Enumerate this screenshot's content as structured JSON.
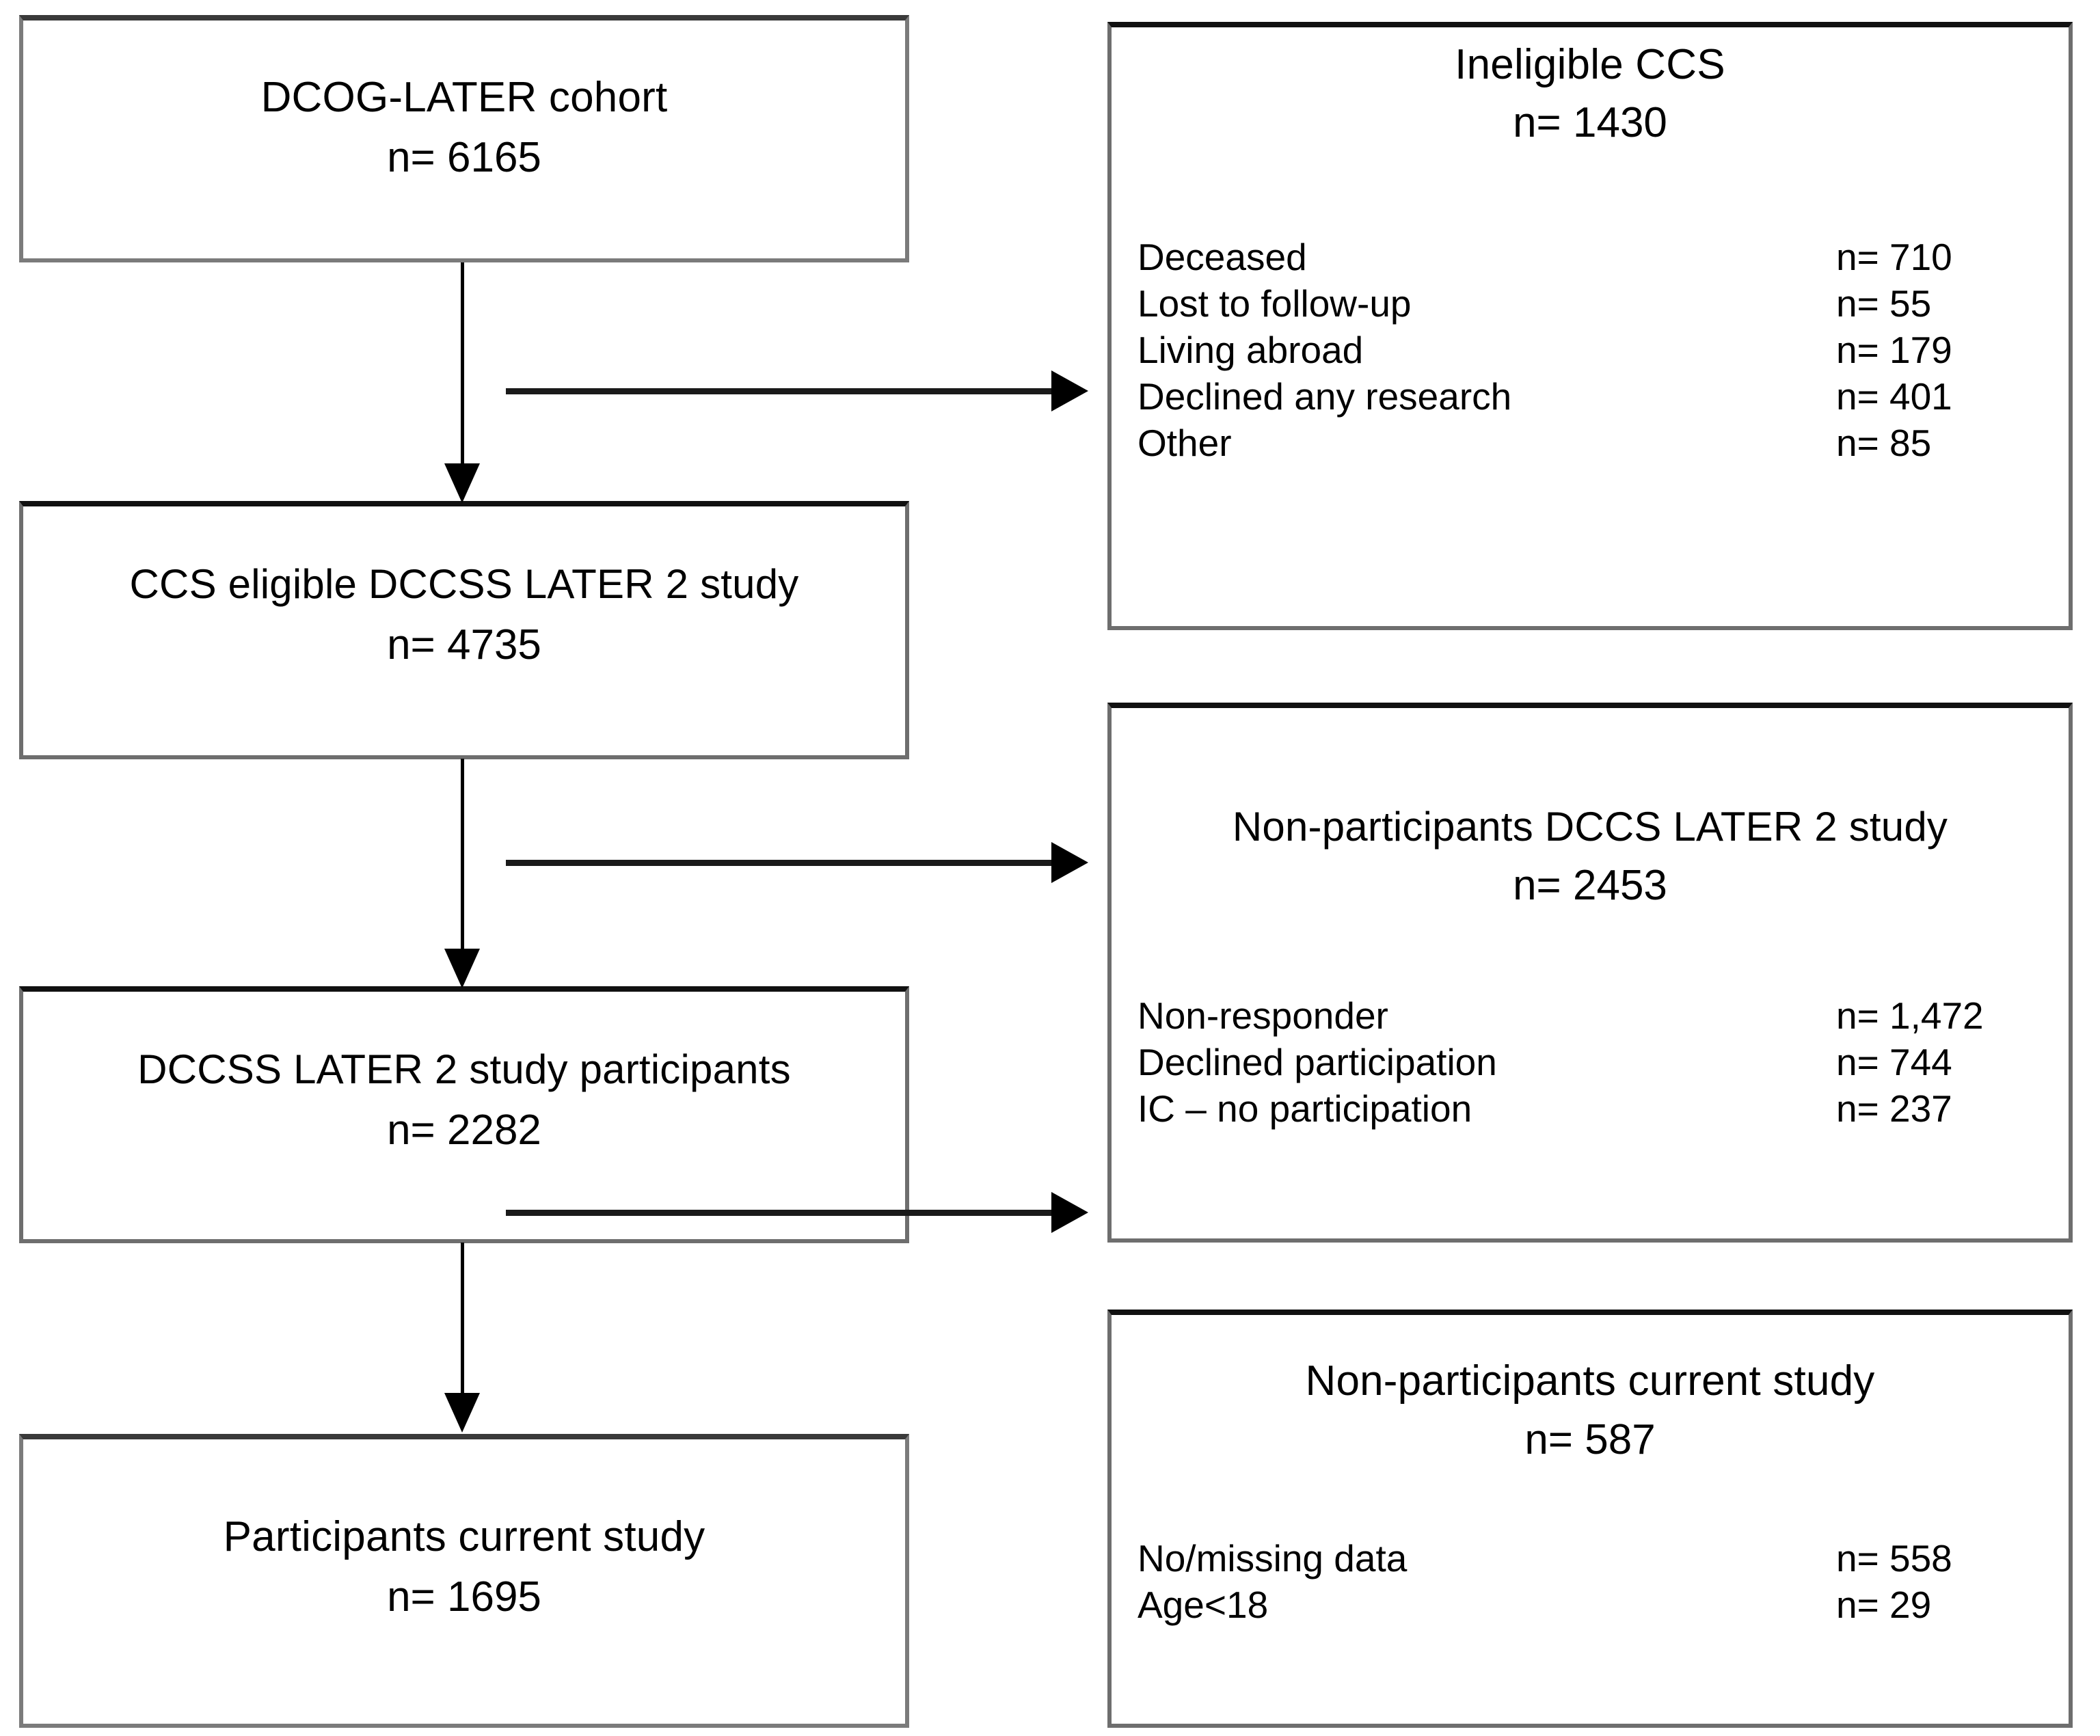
{
  "diagram": {
    "type": "study-participant-flowchart",
    "main_flow": [
      {
        "id": "cohort",
        "title": "DCOG-LATER cohort",
        "count": "n= 6165"
      },
      {
        "id": "eligible",
        "title": "CCS eligible DCCSS LATER 2 study",
        "count": "n= 4735"
      },
      {
        "id": "later2-participants",
        "title": "DCCSS LATER 2 study participants",
        "count": "n= 2282"
      },
      {
        "id": "current-participants",
        "title": "Participants current study",
        "count": "n= 1695"
      }
    ],
    "exclusions": [
      {
        "id": "ineligible-ccs",
        "title": "Ineligible CCS",
        "count": "n= 1430",
        "rows": [
          {
            "label": "Deceased",
            "value": "n= 710"
          },
          {
            "label": "Lost to follow-up",
            "value": "n= 55"
          },
          {
            "label": "Living abroad",
            "value": "n= 179"
          },
          {
            "label": "Declined any research",
            "value": "n= 401"
          },
          {
            "label": "Other",
            "value": "n= 85"
          }
        ]
      },
      {
        "id": "non-participants-later2",
        "title": "Non-participants DCCS LATER 2 study",
        "count": "n= 2453",
        "rows": [
          {
            "label": "Non-responder",
            "value": "n= 1,472"
          },
          {
            "label": "Declined participation",
            "value": "n= 744"
          },
          {
            "label": "IC – no participation",
            "value": "n= 237"
          }
        ]
      },
      {
        "id": "non-participants-current",
        "title": "Non-participants current study",
        "count": "n= 587",
        "rows": [
          {
            "label": "No/missing data",
            "value": "n= 558"
          },
          {
            "label": "Age<18",
            "value": "n= 29"
          }
        ]
      }
    ],
    "colors": {
      "box_border": "#7b7b7b",
      "box_border_dark": "#111111",
      "connector": "#000000",
      "background": "#ffffff",
      "text": "#000000"
    }
  }
}
